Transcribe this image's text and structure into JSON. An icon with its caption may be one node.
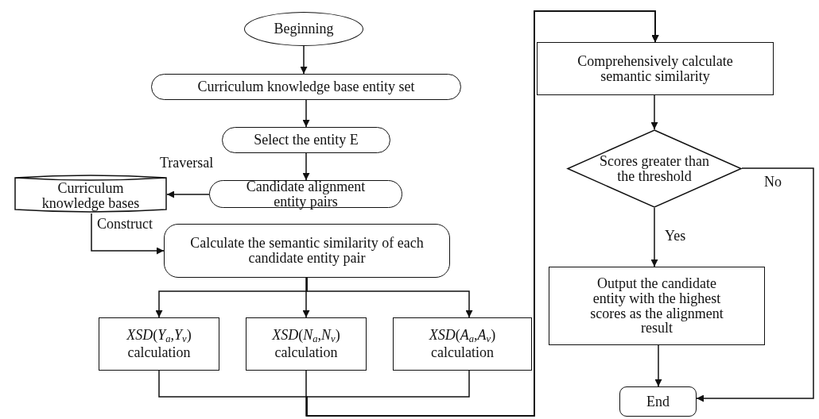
{
  "diagram": {
    "nodes": [
      {
        "text": [
          "Beginning"
        ]
      },
      {
        "text": [
          "Curriculum knowledge base entity set"
        ]
      },
      {
        "text": [
          "Select the entity E"
        ]
      },
      {
        "text": [
          "Candidate alignment entity pairs"
        ]
      },
      {
        "text": [
          "Curriculum knowledge bases"
        ]
      },
      {
        "text": [
          "Calculate the semantic similarity of each candidate entity pair"
        ]
      },
      {
        "text": [
          "*XSD*(*Y*$_{a}$,*Y*$_{v}$) calculation"
        ]
      },
      {
        "text": [
          "*XSD*(*N*$_{a}$,*N*$_{v}$) calculation"
        ]
      },
      {
        "text": [
          "*XSD*(*A*$_{a}$,*A*$_{v}$) calculation"
        ]
      },
      {
        "text": [
          "Comprehensively calculate semantic similarity"
        ]
      },
      {
        "text": [
          "Scores greater than the threshold"
        ]
      },
      {
        "text": [
          "Output the candidate entity with the highest scores as the alignment result"
        ]
      },
      {
        "text": [
          "End"
        ]
      }
    ],
    "edges": [
      {
        "from": 0,
        "to": 1,
        "arrow": "to"
      },
      {
        "from": 1,
        "to": 2,
        "arrow": "to"
      },
      {
        "from": 2,
        "to": 3,
        "arrow": "to"
      },
      {
        "from": 3,
        "to": 4,
        "arrow": "to",
        "label": "Traversal"
      },
      {
        "from": 4,
        "to": 5,
        "arrow": "to",
        "label": "Construct"
      },
      {
        "from": 5,
        "to": 6,
        "arrow": "to"
      },
      {
        "from": 5,
        "to": 7,
        "arrow": "to"
      },
      {
        "from": 5,
        "to": 8,
        "arrow": "to"
      },
      {
        "from": 6,
        "to": 9,
        "arrow": "to"
      },
      {
        "from": 7,
        "to": 9,
        "arrow": "to"
      },
      {
        "from": 8,
        "to": 9,
        "arrow": "to"
      },
      {
        "from": 9,
        "to": 10,
        "arrow": "to"
      },
      {
        "from": 10,
        "to": 11,
        "arrow": "to",
        "label": "Yes"
      },
      {
        "from": 10,
        "to": 12,
        "arrow": "to",
        "label": "No"
      },
      {
        "from": 11,
        "to": 12,
        "arrow": "to"
      }
    ]
  }
}
